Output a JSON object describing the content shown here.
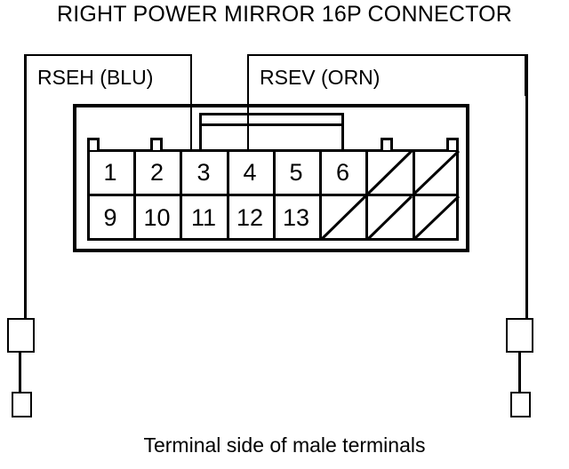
{
  "diagram": {
    "title": "RIGHT POWER MIRROR 16P CONNECTOR",
    "caption": "Terminal side of male terminals",
    "connector_type": "16P",
    "ink_color": "#000000",
    "background_color": "#ffffff"
  },
  "labels": [
    {
      "id": "rseh",
      "text": "RSEH (BLU)",
      "signal": "RSEH",
      "wire_color": "BLU",
      "pin": 3
    },
    {
      "id": "rsev",
      "text": "RSEV (ORN)",
      "signal": "RSEV",
      "wire_color": "ORN",
      "pin": 4
    }
  ],
  "pin_grid": {
    "columns": 8,
    "rows": 2,
    "top_row": [
      "1",
      "2",
      "3",
      "4",
      "5",
      "6",
      "",
      ""
    ],
    "bottom_row": [
      "9",
      "10",
      "11",
      "12",
      "13",
      "",
      "",
      ""
    ],
    "blank_cells_top": [
      7,
      8
    ],
    "blank_cells_bottom": [
      6,
      7,
      8
    ],
    "blank_marker": "diagonal-slash"
  },
  "terminals": {
    "left": {
      "large_label": "",
      "small_label": ""
    },
    "right": {
      "large_label": "",
      "small_label": ""
    }
  }
}
